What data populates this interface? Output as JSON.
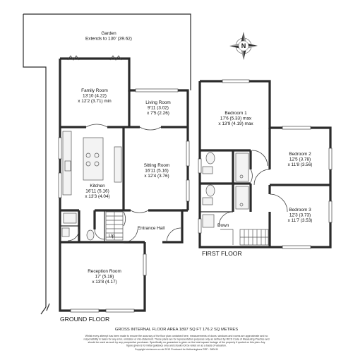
{
  "ground_floor": {
    "label": "GROUND FLOOR",
    "rooms": {
      "garden": [
        "Garden",
        "Extends to 130' (39.62)"
      ],
      "family_room": [
        "Family Room",
        "13'10 (4.22)",
        "x 12'2 (3.71) min"
      ],
      "living_room": [
        "Living Room",
        "9'11 (3.02)",
        "x 7'5 (2.26)"
      ],
      "kitchen": [
        "Kitchen",
        "16'11 (5.16)",
        "x 13'3 (4.04)"
      ],
      "sitting_room": [
        "Sitting Room",
        "16'11 (5.16)",
        "x 12'4 (3.76)"
      ],
      "entrance_hall": [
        "Entrance Hall"
      ],
      "reception_room": [
        "Reception Room",
        "17' (5.18)",
        "x 13'8 (4.17)"
      ]
    },
    "stair_label": "Up"
  },
  "first_floor": {
    "label": "FIRST FLOOR",
    "rooms": {
      "bedroom1": [
        "Bedroom 1",
        "17'6 (5.33) max",
        "x 13'9 (4.19) max"
      ],
      "bedroom2": [
        "Bedroom 2",
        "12'5 (3.78)",
        "x 11'8 (3.56)"
      ],
      "bedroom3": [
        "Bedroom 3",
        "12'3 (3.73)",
        "x 11'7 (3.53)"
      ]
    },
    "stair_label": "Down"
  },
  "compass": {
    "letter": "N"
  },
  "area_text": "GROSS INTERNAL FLOOR AREA 1897 SQ FT 176.2 SQ METRES",
  "disclaimer": [
    "Whilst every attempt has been made to ensure the accuracy of the floor plan contained here, measurements of doors, windows and rooms are approximate and no",
    "responsibility is taken for any error, omission or mis-statement. These plans are for representation purposes only as defined by RICS Code of Measuring Practice and",
    "should be used as such by any prospective purchaser. Specifically no guarantee is given on the total square footage of the property if quoted on this plan. Any",
    "figure given is for initial guidance only and should not be relied on as a basis of valuation."
  ],
  "copyright": "Copyright nichecom.co.uk 2013    Produced for Hetheringtons    REF : 380411"
}
